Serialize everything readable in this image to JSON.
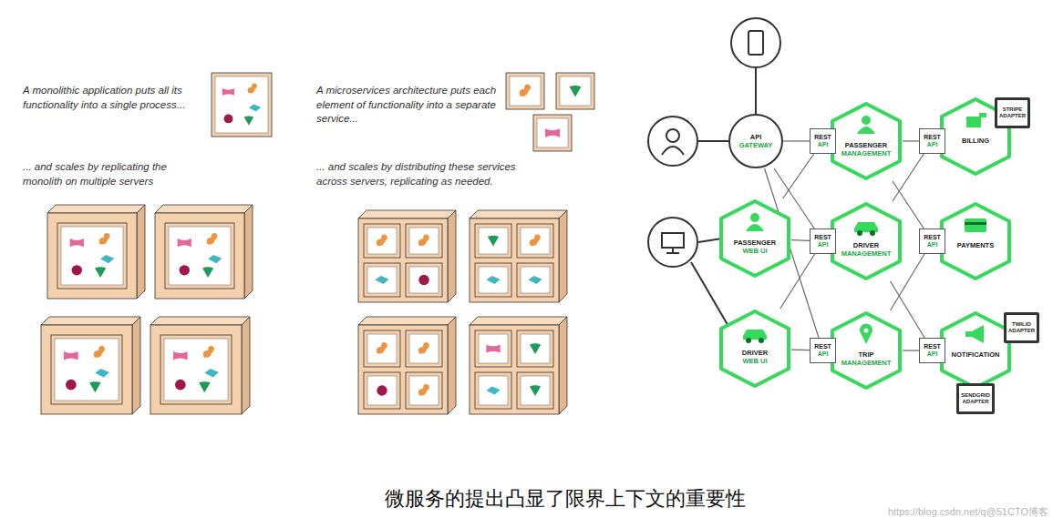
{
  "diagram": {
    "caption": "微服务的提出凸显了限界上下文的重要性",
    "nodes": [
      {
        "text": [
          "API",
          "GATEWAY"
        ]
      },
      {
        "text": [
          "REST",
          "API"
        ]
      },
      {
        "text": [
          "PASSENGER",
          "MANAGEMENT"
        ]
      },
      {
        "text": [
          "REST",
          "API"
        ]
      },
      {
        "text": [
          "BILLING"
        ]
      },
      {
        "text": [
          "STRIPE ADAPTER"
        ]
      },
      {
        "text": [
          "PASSENGER",
          "WEB UI"
        ]
      },
      {
        "text": [
          "REST",
          "API"
        ]
      },
      {
        "text": [
          "DRIVER",
          "MANAGEMENT"
        ]
      },
      {
        "text": [
          "REST",
          "API"
        ]
      },
      {
        "text": [
          "PAYMENTS"
        ]
      },
      {
        "text": [
          "DRIVER",
          "WEB UI"
        ]
      },
      {
        "text": [
          "REST",
          "API"
        ]
      },
      {
        "text": [
          "TRIP",
          "MANAGEMENT"
        ]
      },
      {
        "text": [
          "REST",
          "API"
        ]
      },
      {
        "text": [
          "NOTIFICATION"
        ]
      },
      {
        "text": [
          "TWILIO ADAPTER"
        ]
      },
      {
        "text": [
          "SENDGRID ADAPTER"
        ]
      }
    ],
    "edges": [
      {
        "from": 0,
        "to": 1,
        "arrow": "none"
      },
      {
        "from": 0,
        "to": 7,
        "arrow": "none"
      },
      {
        "from": 0,
        "to": 12,
        "arrow": "none"
      },
      {
        "from": 6,
        "to": 1,
        "arrow": "none"
      },
      {
        "from": 6,
        "to": 7,
        "arrow": "none"
      },
      {
        "from": 11,
        "to": 7,
        "arrow": "none"
      },
      {
        "from": 11,
        "to": 12,
        "arrow": "none"
      },
      {
        "from": 2,
        "to": 3,
        "arrow": "none"
      },
      {
        "from": 2,
        "to": 9,
        "arrow": "none"
      },
      {
        "from": 8,
        "to": 3,
        "arrow": "none"
      },
      {
        "from": 8,
        "to": 14,
        "arrow": "none"
      },
      {
        "from": 13,
        "to": 9,
        "arrow": "none"
      },
      {
        "from": 13,
        "to": 14,
        "arrow": "none"
      }
    ],
    "labels": [
      "A monolithic application puts all its functionality into a single process...",
      "... and scales by replicating the monolith on multiple servers",
      "A microservices architecture puts each element of functionality into a separate service...",
      "... and scales by distributing these services across servers, replicating as needed.",
      "https://blog.csdn.net/q@51CTO博客"
    ]
  }
}
